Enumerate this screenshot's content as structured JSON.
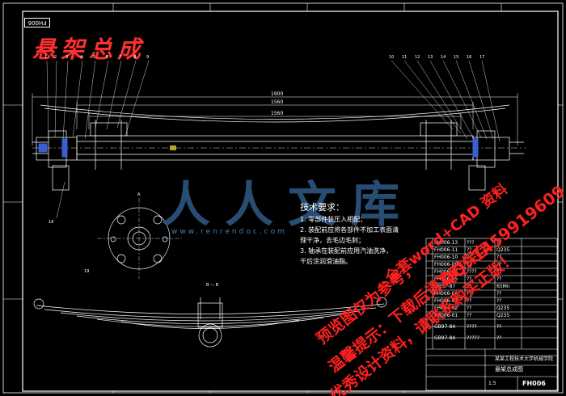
{
  "drawing": {
    "code_top": "FH006",
    "title": "悬架总成",
    "dimensions": [
      "1900",
      "1560",
      "1560"
    ],
    "section_a": "A",
    "section_label": "B — B",
    "callouts_left": [
      "1",
      "2",
      "3",
      "4",
      "5",
      "6",
      "7",
      "8",
      "9"
    ],
    "callouts_right": [
      "10",
      "11",
      "12",
      "13",
      "14",
      "15",
      "16",
      "17"
    ],
    "callout_spring": "19",
    "callout_lower": "18"
  },
  "tech_requirements": {
    "heading": "技术要求：",
    "items": [
      "1. 零部件装压入相配；",
      "2. 装配前应将各部件不加工表面清",
      "理干净，去毛边毛刺；",
      "3. 轴承在装配前应用汽油洗净，",
      "干后涂润滑油脂。"
    ]
  },
  "watermark": {
    "logo": "人人文库",
    "url": "www.renrendoc.com"
  },
  "stamps": [
    "预览图仅为参考，",
    "温馨提示：下载后请及时保存",
    "优秀设计资料，请联系购买正版！",
    "全套word+CAD 资料",
    "QQ: 1459919609"
  ],
  "title_block": {
    "rows": [
      [
        "FH006-13",
        "???",
        "??"
      ],
      [
        "FH006-11",
        "??",
        "Q235"
      ],
      [
        "FH006-10",
        "??",
        "??"
      ],
      [
        "FH006-09",
        "??",
        "??"
      ],
      [
        "FH006-07",
        "????",
        "??"
      ],
      [
        "FH006-05",
        "??",
        "??"
      ],
      [
        "GB57-87",
        "??",
        "65Mn"
      ],
      [
        "FH006-04",
        "??",
        "??"
      ],
      [
        "FH006-03",
        "??",
        "??"
      ],
      [
        "FH006-02",
        "??",
        "Q235"
      ],
      [
        "FH006-01",
        "??",
        "Q235"
      ],
      [
        "GB97-84",
        "????",
        "??"
      ],
      [
        "GB97-84",
        "?????",
        "??"
      ]
    ],
    "drawing_title": "悬架总成图",
    "school": "某某工程技术大学机械学院",
    "drawing_no": "FH006",
    "scale": "1:5"
  }
}
